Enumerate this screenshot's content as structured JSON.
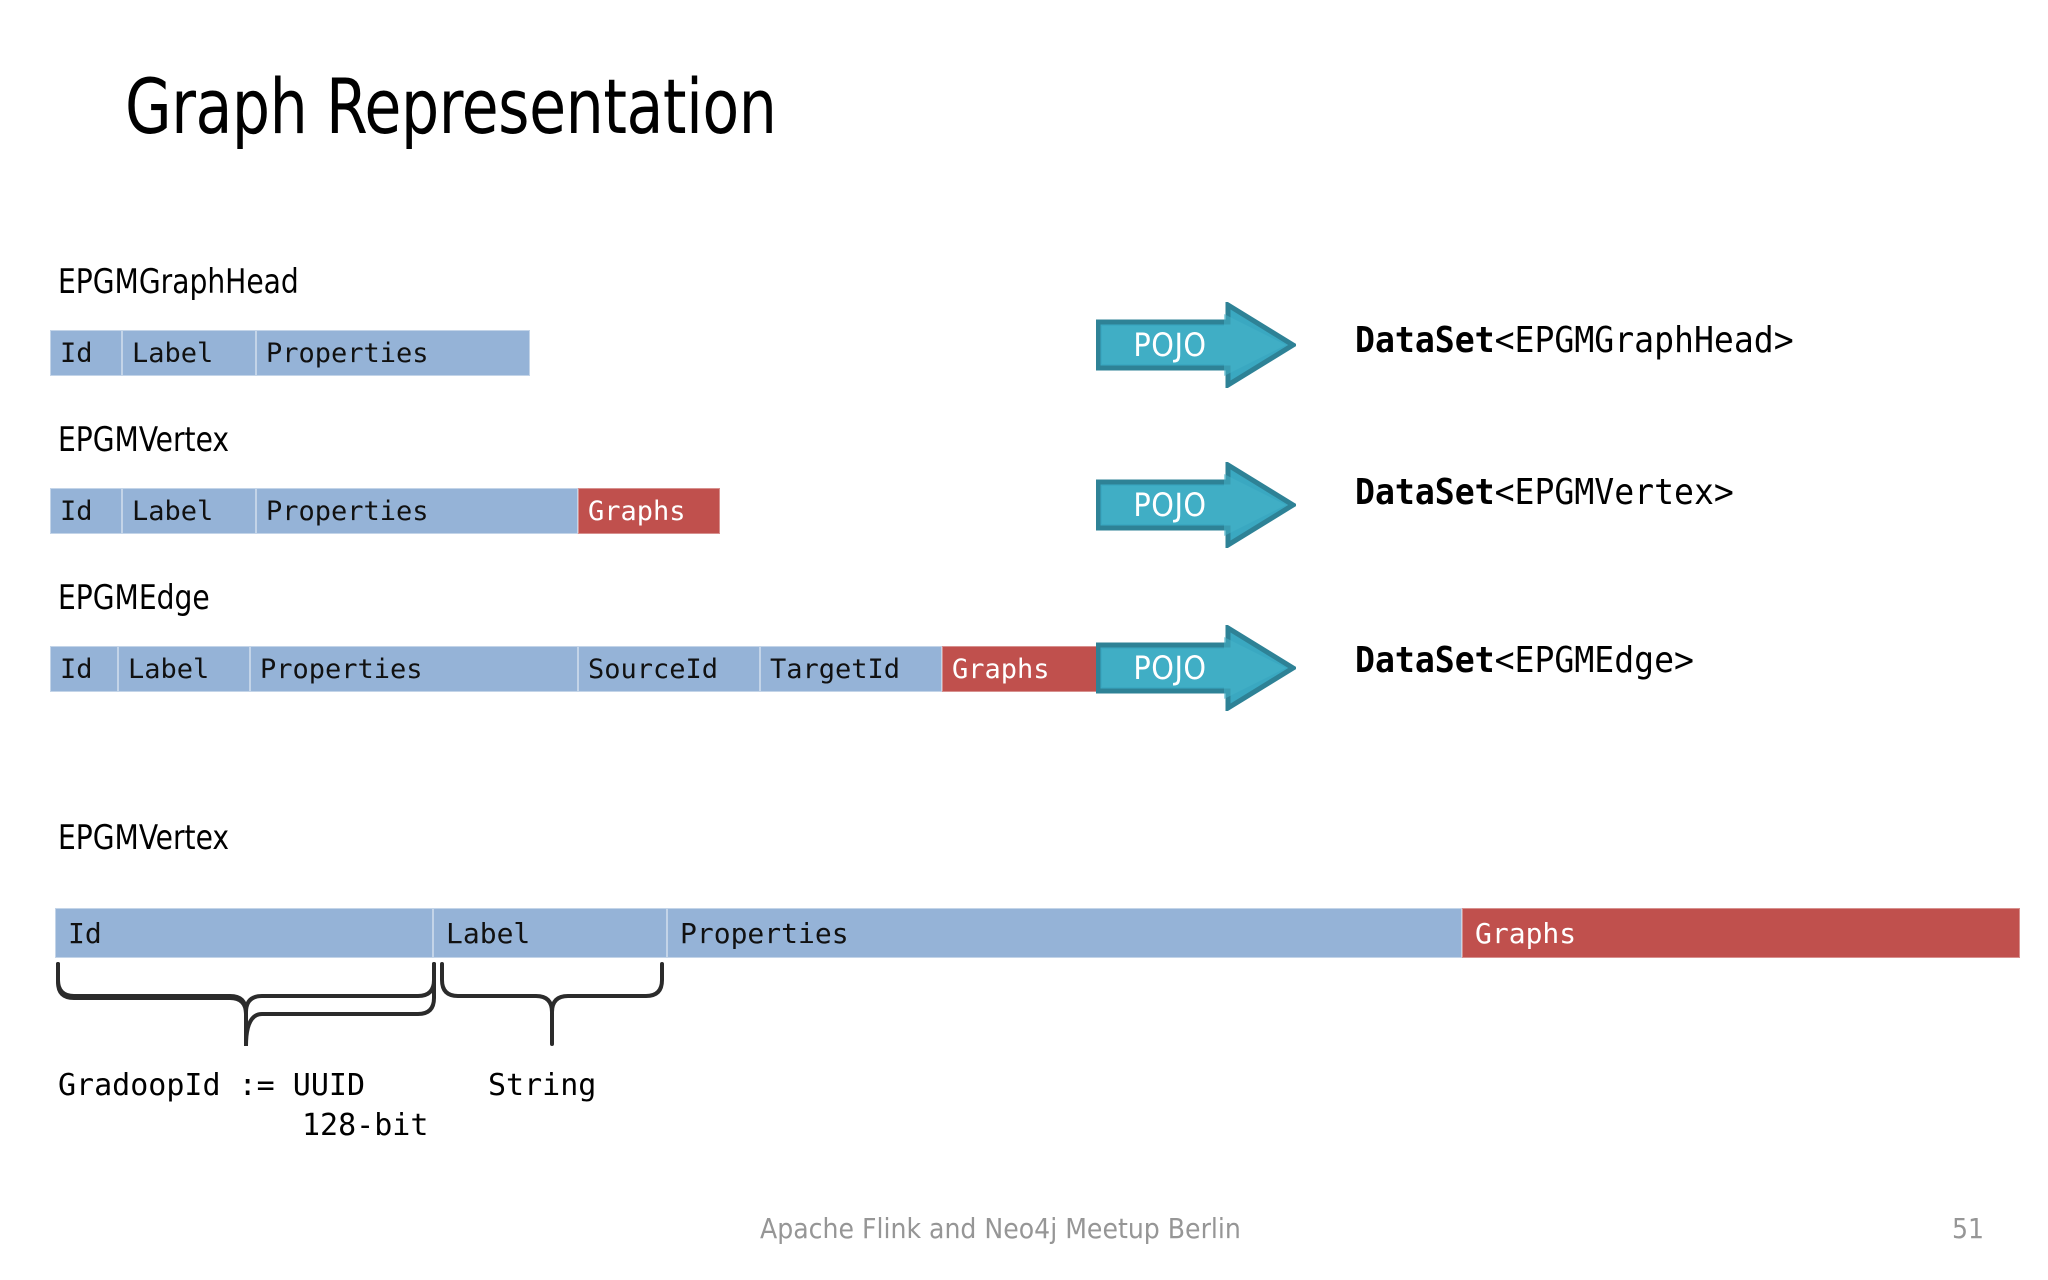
{
  "slide": {
    "title": "Graph Representation",
    "page_number": "51",
    "footer": "Apache Flink and Neo4j Meetup Berlin",
    "colors": {
      "cell_blue": "#95b3d7",
      "cell_red": "#c0504d",
      "arrow_teal": "#3aa8c1",
      "arrow_border": "#2e8296",
      "footer_gray": "#969696"
    }
  },
  "models": [
    {
      "caption": "EPGMGraphHead",
      "fields": [
        {
          "label": "Id",
          "kind": "blue"
        },
        {
          "label": "Label",
          "kind": "blue"
        },
        {
          "label": "Properties",
          "kind": "blue"
        }
      ],
      "arrow_label": "POJO",
      "dataset": {
        "type": "DataSet",
        "generic": "<EPGMGraphHead>"
      }
    },
    {
      "caption": "EPGMVertex",
      "fields": [
        {
          "label": "Id",
          "kind": "blue"
        },
        {
          "label": "Label",
          "kind": "blue"
        },
        {
          "label": "Properties",
          "kind": "blue"
        },
        {
          "label": "Graphs",
          "kind": "red"
        }
      ],
      "arrow_label": "POJO",
      "dataset": {
        "type": "DataSet",
        "generic": "<EPGMVertex>"
      }
    },
    {
      "caption": "EPGMEdge",
      "fields": [
        {
          "label": "Id",
          "kind": "blue"
        },
        {
          "label": "Label",
          "kind": "blue"
        },
        {
          "label": "Properties",
          "kind": "blue"
        },
        {
          "label": "SourceId",
          "kind": "blue"
        },
        {
          "label": "TargetId",
          "kind": "blue"
        },
        {
          "label": "Graphs",
          "kind": "red"
        }
      ],
      "arrow_label": "POJO",
      "dataset": {
        "type": "DataSet",
        "generic": "<EPGMEdge>"
      }
    }
  ],
  "detail": {
    "caption": "EPGMVertex",
    "fields": [
      {
        "label": "Id",
        "kind": "blue"
      },
      {
        "label": "Label",
        "kind": "blue"
      },
      {
        "label": "Properties",
        "kind": "blue"
      },
      {
        "label": "Graphs",
        "kind": "red"
      }
    ],
    "annotations": [
      {
        "text": "GradoopId := UUID",
        "sub": "128-bit"
      },
      {
        "text": "String",
        "sub": ""
      }
    ]
  }
}
